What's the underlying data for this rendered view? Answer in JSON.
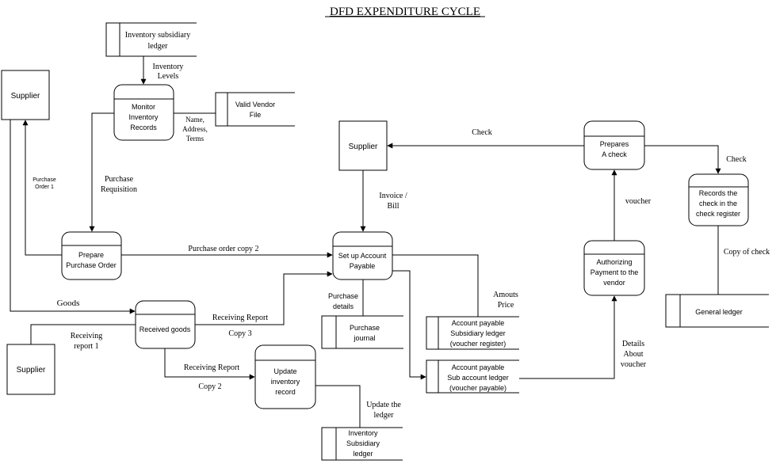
{
  "title": "DFD EXPENDITURE CYCLE",
  "entities": {
    "supplier_top_left": "Supplier",
    "supplier_mid": "Supplier",
    "supplier_bottom_left": "Supplier"
  },
  "processes": {
    "monitor": [
      "Monitor",
      "Inventory",
      "Records"
    ],
    "prepare_po": [
      "Prepare",
      "Purchase Order"
    ],
    "received_goods": [
      "Received goods"
    ],
    "update_inventory": [
      "Update",
      "inventory",
      "record"
    ],
    "setup_ap": [
      "Set up Account",
      "Payable"
    ],
    "authorizing": [
      "Authorizing",
      "Payment to the",
      "vendor"
    ],
    "prepares_check": [
      "Prepares",
      "A check"
    ],
    "records_check": [
      "Records the",
      "check in the",
      "check register"
    ]
  },
  "stores": {
    "inv_ledger_top": [
      "Inventory subsidiary",
      "ledger"
    ],
    "valid_vendor": [
      "Valid Vendor",
      "File"
    ],
    "purchase_journal": [
      "Purchase",
      "journal"
    ],
    "ap_subsidiary": [
      "Account payable",
      "Subsidiary ledger",
      "(voucher register)"
    ],
    "ap_sub_account": [
      "Account payable",
      "Sub account ledger",
      "(voucher payable)"
    ],
    "inv_ledger_bottom": [
      "Inventory",
      "Subsidiary",
      "ledger"
    ],
    "general_ledger": [
      "General ledger"
    ]
  },
  "flows": {
    "inventory_levels": [
      "Inventory",
      "Levels"
    ],
    "name_address_terms": [
      "Name,",
      "Address,",
      "Terms"
    ],
    "purchase_requisition": [
      "Purchase",
      "Requisition"
    ],
    "purchase_order_1": [
      "Purchase",
      "Order 1"
    ],
    "purchase_order_copy_2": "Purchase order copy 2",
    "goods": "Goods",
    "receiving_report_1": [
      "Receiving",
      "report 1"
    ],
    "receiving_report_copy3": [
      "Receiving Report",
      "Copy 3"
    ],
    "receiving_report_copy2": [
      "Receiving Report",
      "Copy 2"
    ],
    "update_the_ledger": [
      "Update the",
      "ledger"
    ],
    "invoice_bill": [
      "Invoice /",
      "Bill"
    ],
    "purchase_details": [
      "Purchase",
      "details"
    ],
    "amounts_price": [
      "Amouts",
      "Price"
    ],
    "details_about_voucher": [
      "Details",
      "About",
      "voucher"
    ],
    "voucher": "voucher",
    "check_to_supplier": "Check",
    "check_to_records": "Check",
    "copy_of_check": "Copy of check"
  }
}
